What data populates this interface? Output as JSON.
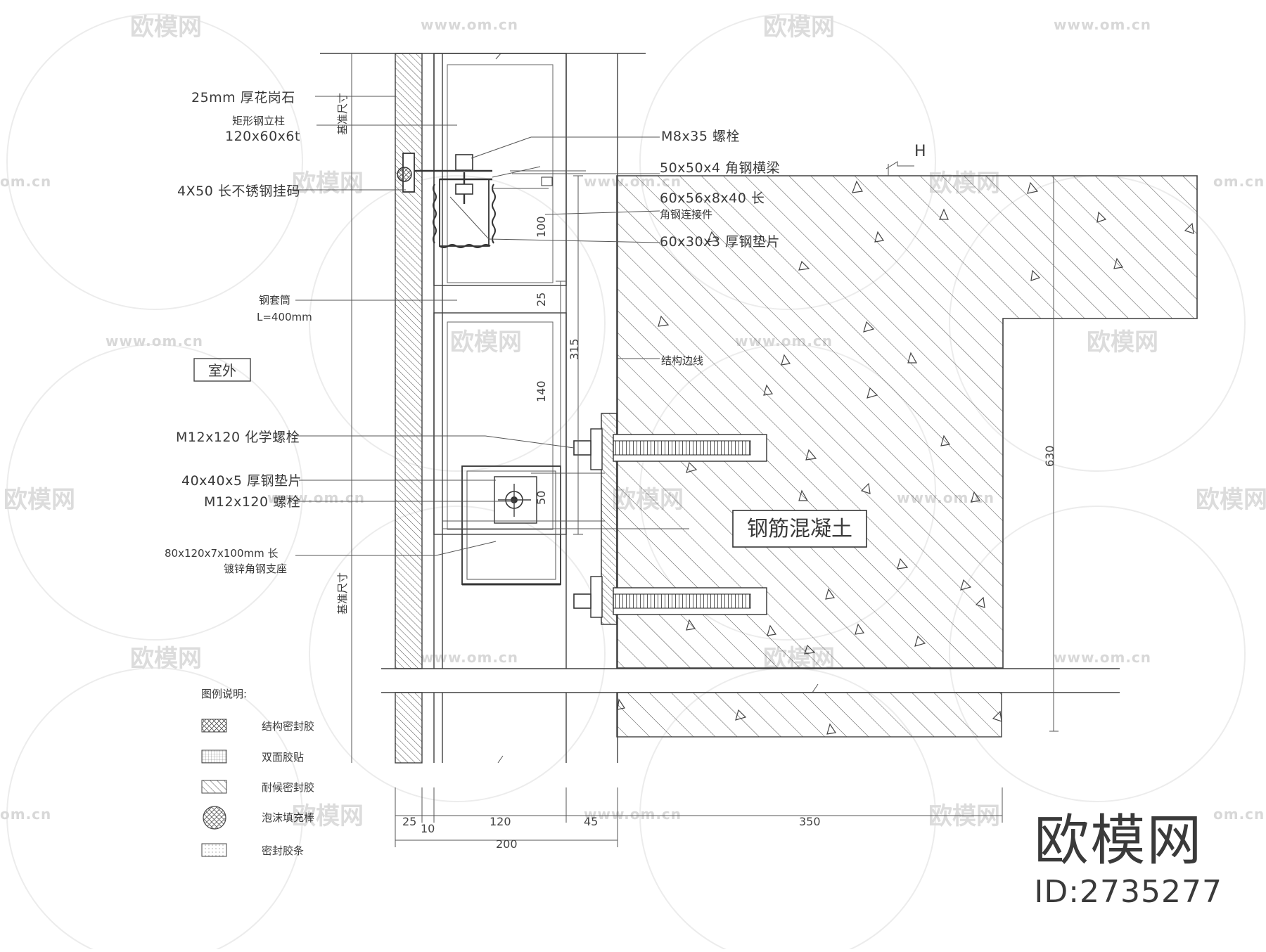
{
  "watermark": {
    "brand": "欧模网",
    "url": "www.om.cn",
    "url_short": "om.cn"
  },
  "labels": {
    "granite": "25mm 厚花岗石",
    "steel_column": "矩形钢立柱",
    "steel_column_size": "120x60x6t",
    "m8_bolt": "M8x35 螺栓",
    "angle_beam": "50x50x4 角钢横梁",
    "angle_connector_a": "60x56x8x40 长",
    "angle_connector_b": "角钢连接件",
    "steel_shim_60": "60x30x3 厚钢垫片",
    "hanger": "4X50 长不锈钢挂码",
    "sleeve": "钢套筒",
    "sleeve_length": "L=400mm",
    "structure_edge": "结构边线",
    "exterior": "室外",
    "chem_bolt": "M12x120 化学螺栓",
    "shim_40": "40x40x5 厚钢垫片",
    "m12_bolt": "M12x120 螺栓",
    "angle_seat_a": "80x120x7x100mm 长",
    "angle_seat_b": "镀锌角钢支座",
    "concrete": "钢筋混凝土",
    "base_dim_top": "基准尺寸",
    "base_dim_bottom": "基准尺寸",
    "h_mark": "H"
  },
  "dimensions": {
    "d100": "100",
    "d25v": "25",
    "d315": "315",
    "d140": "140",
    "d50": "50",
    "d630": "630",
    "d25": "25",
    "d10": "10",
    "d120": "120",
    "d45": "45",
    "d350": "350",
    "d200": "200"
  },
  "legend": {
    "title": "图例说明:",
    "items": [
      {
        "label": "结构密封胶",
        "pattern": "crosshatch"
      },
      {
        "label": "双面胶贴",
        "pattern": "grid"
      },
      {
        "label": "耐候密封胶",
        "pattern": "diagonal"
      },
      {
        "label": "泡沫填充棒",
        "pattern": "circle"
      },
      {
        "label": "密封胶条",
        "pattern": "dots"
      }
    ]
  },
  "brand": {
    "name": "欧模网",
    "id": "ID:2735277"
  },
  "colors": {
    "line": "#404040",
    "watermark": "#dcdcdc"
  }
}
